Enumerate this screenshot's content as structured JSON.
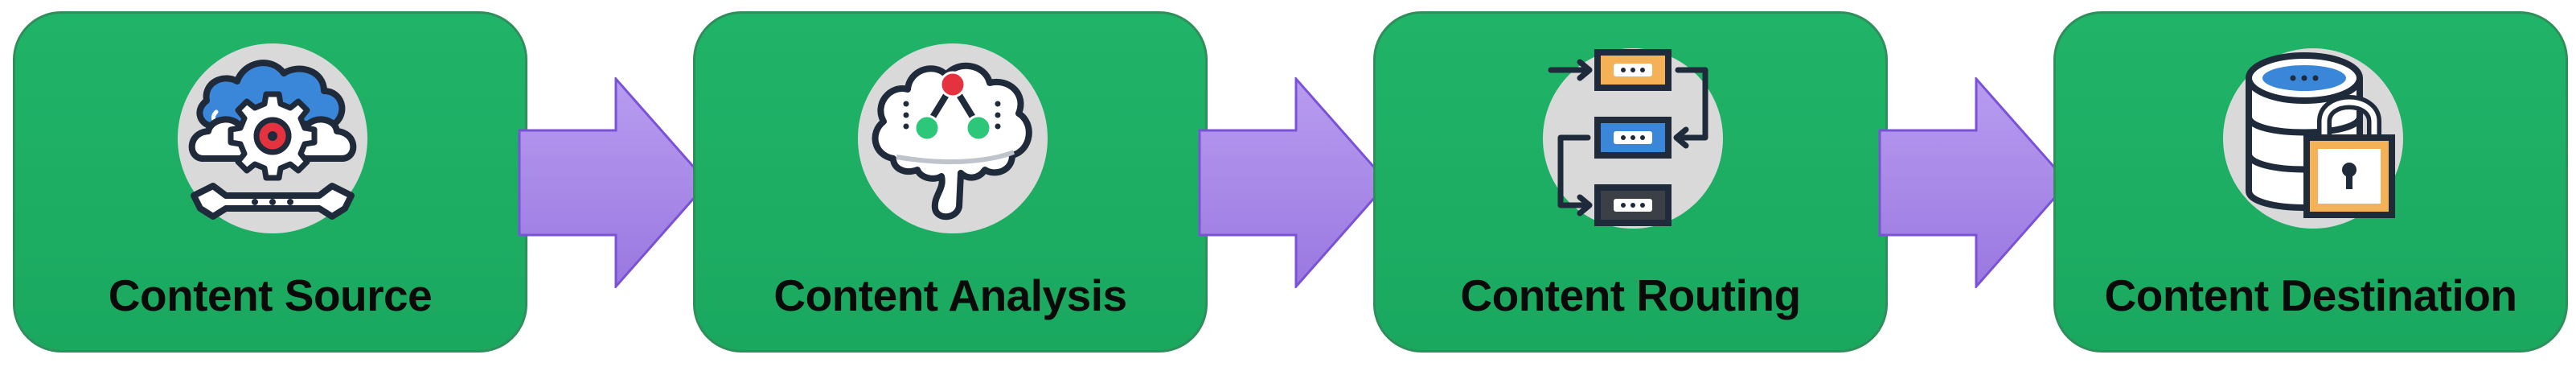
{
  "colors": {
    "card_fill": "#1fae64",
    "card_border": "#2f8f5b",
    "arrow_fill_top": "#b89cf0",
    "arrow_fill_bottom": "#9a78e0",
    "arrow_border": "#7a52d6",
    "label_text": "#0a0a0a"
  },
  "steps": [
    {
      "label": "Content Source",
      "icon": "cloud-gear-wrench-icon"
    },
    {
      "label": "Content Analysis",
      "icon": "brain-network-icon"
    },
    {
      "label": "Content Routing",
      "icon": "routing-flow-icon"
    },
    {
      "label": "Content Destination",
      "icon": "database-lock-icon"
    }
  ],
  "connectors": [
    "right-arrow-icon",
    "right-arrow-icon",
    "right-arrow-icon"
  ]
}
